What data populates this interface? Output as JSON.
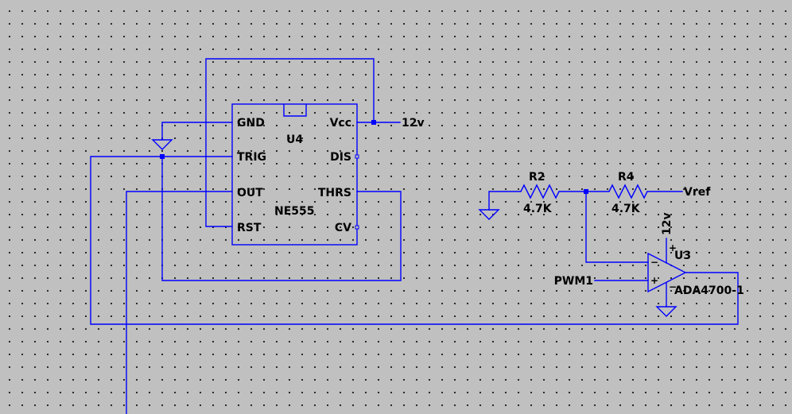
{
  "colors": {
    "wire": "#0000ff",
    "chip_fill": "#ffffc0",
    "background": "#c0c0c0",
    "text": "#000000"
  },
  "timer": {
    "ref": "U4",
    "part": "NE555",
    "pins": {
      "gnd": "GND",
      "trig": "TRIG",
      "out": "OUT",
      "rst": "RST",
      "vcc": "Vcc",
      "dis": "DIS",
      "thrs": "THRS",
      "cv": "CV"
    }
  },
  "resistors": [
    {
      "ref": "R2",
      "value": "4.7K"
    },
    {
      "ref": "R4",
      "value": "4.7K"
    }
  ],
  "opamp": {
    "ref": "U3",
    "part": "ADA4700-1",
    "plus_sign": "+",
    "minus_sign": "−"
  },
  "nets": {
    "supply_timer": "12v",
    "supply_opamp": "12v",
    "vref": "Vref",
    "pwm": "PWM1"
  }
}
